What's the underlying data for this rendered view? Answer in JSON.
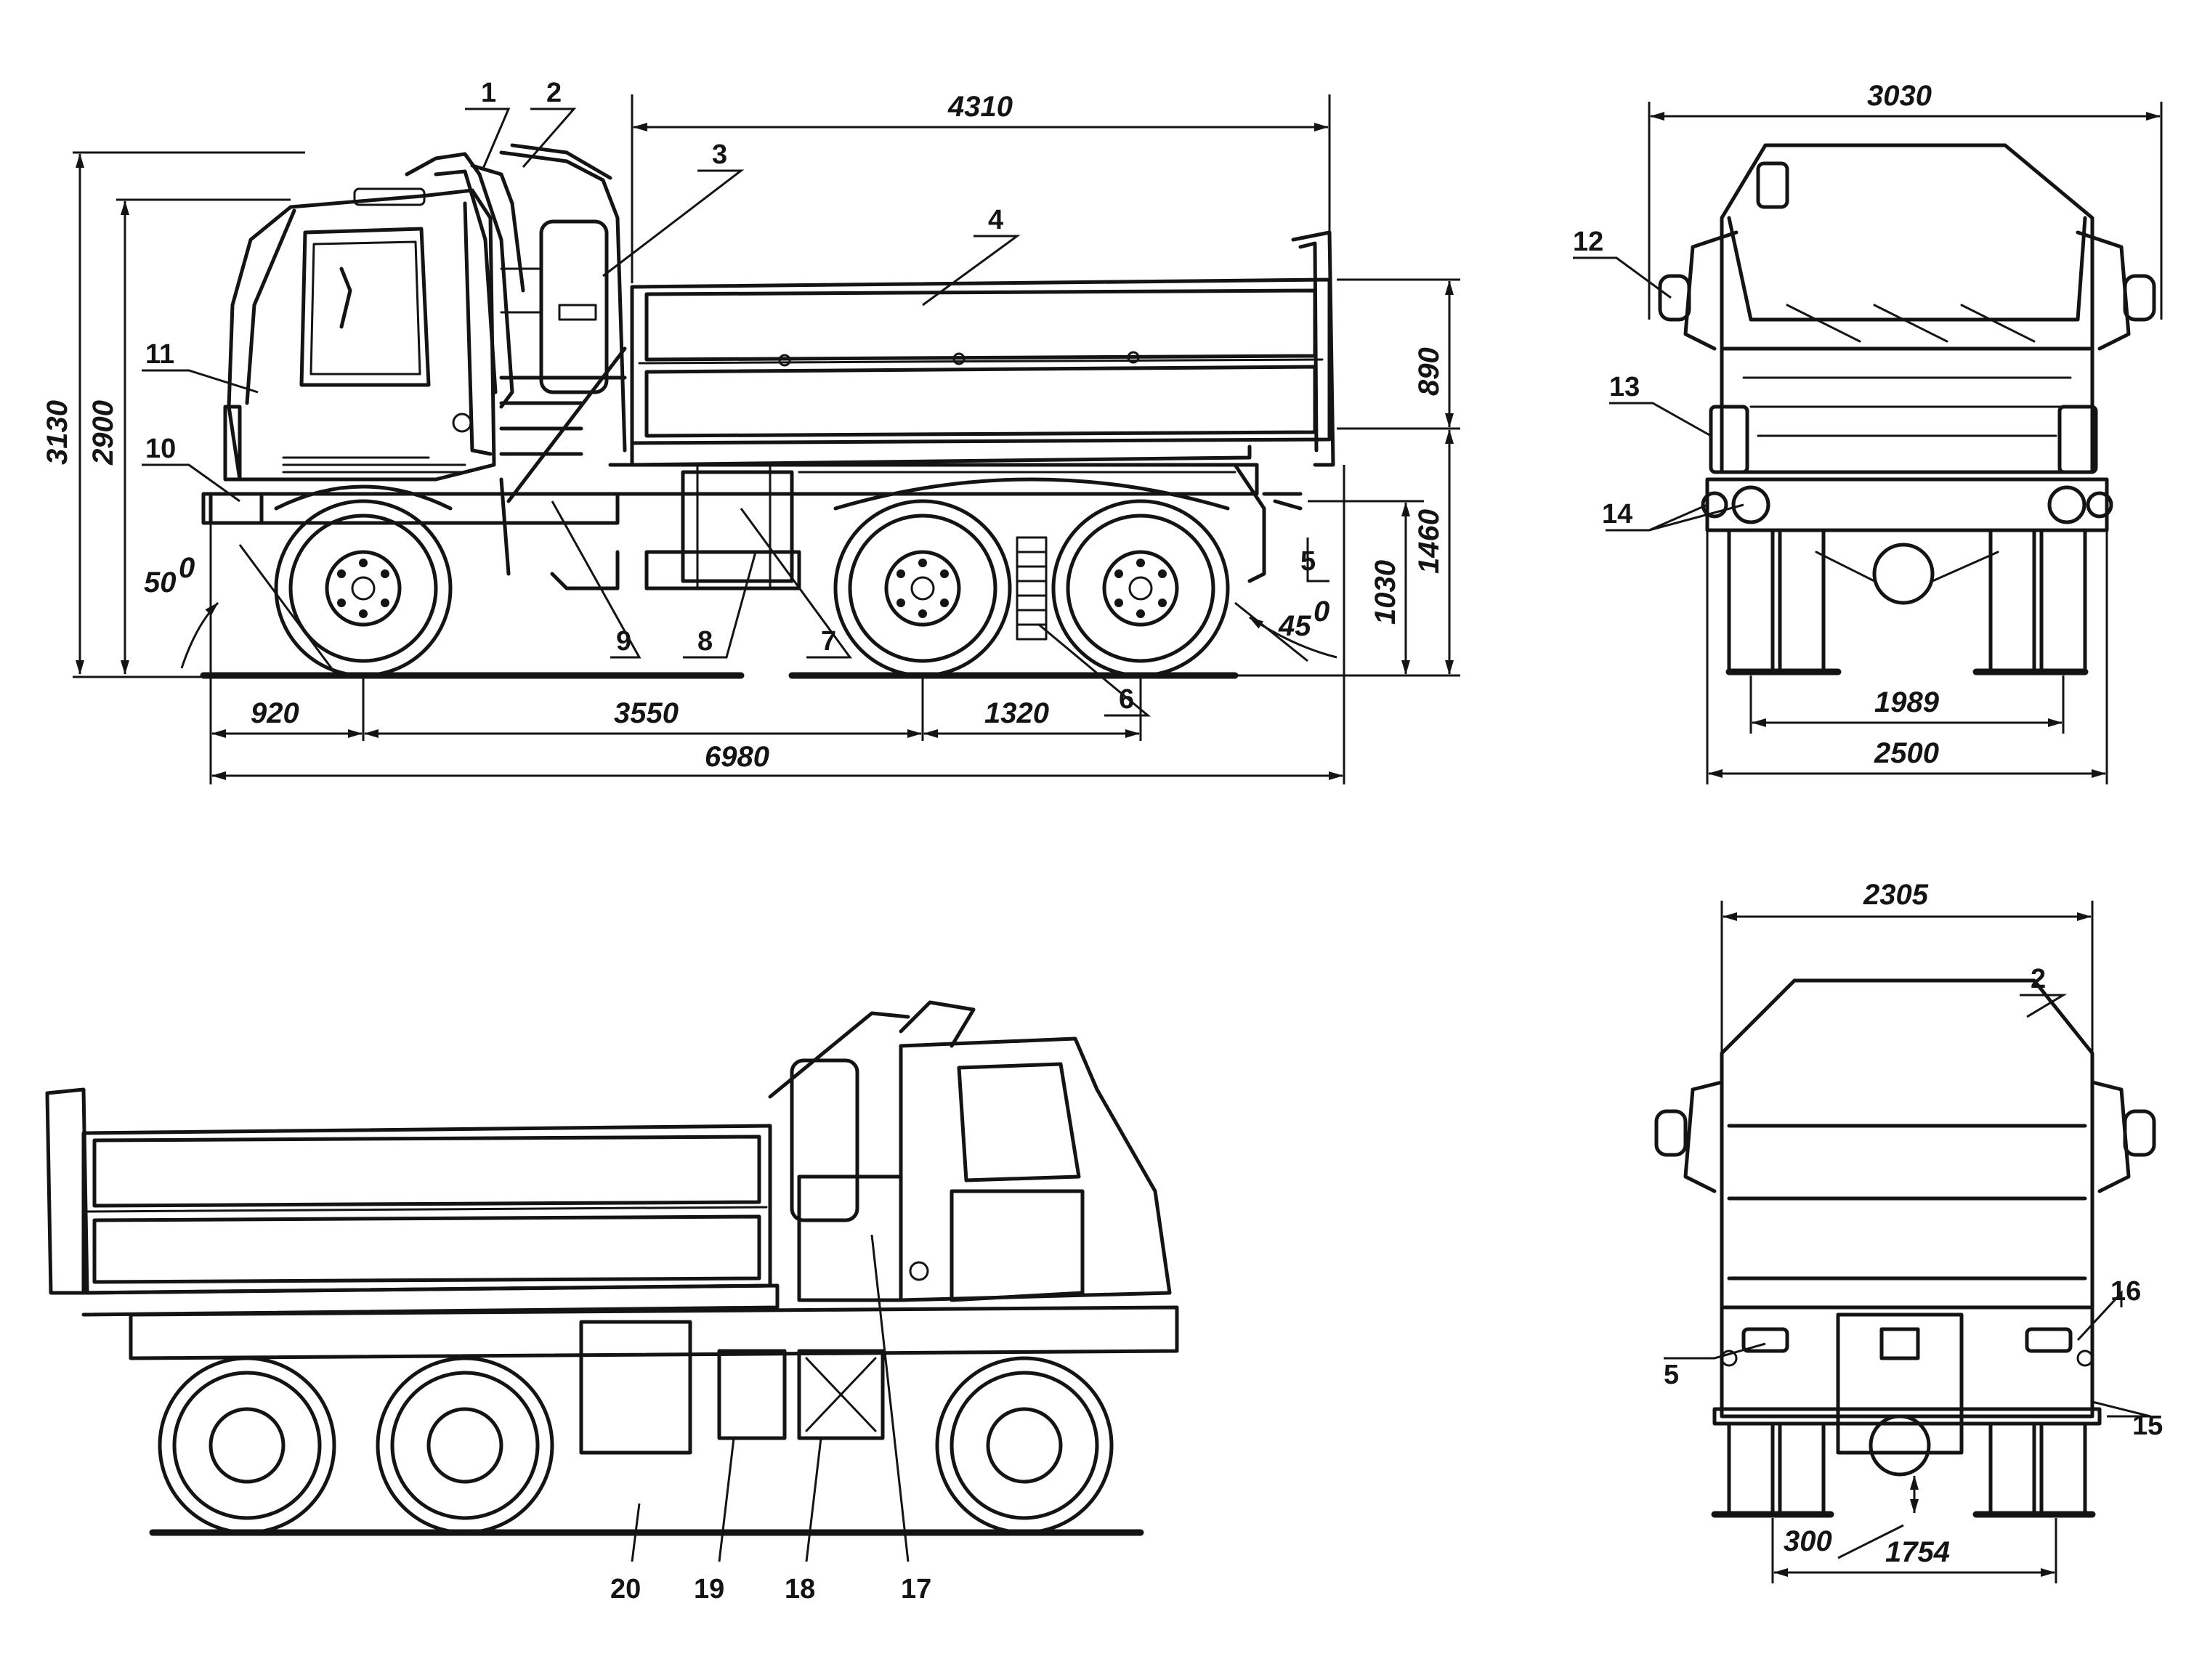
{
  "drawing": {
    "dimensions": {
      "body_length": "4310",
      "overall_height": "3130",
      "cab_height": "2900",
      "side_height": "890",
      "frame_height": "1460",
      "hitch_height": "1030",
      "front_overhang": "920",
      "wheelbase": "3550",
      "tandem_spacing": "1320",
      "overall_length": "6980",
      "approach_angle": "50",
      "departure_angle": "45",
      "front_width": "3030",
      "front_track": "1989",
      "front_body_width": "2500",
      "rear_width": "2305",
      "rear_track": "1754",
      "ground_clearance": "300"
    },
    "callouts": [
      "1",
      "2",
      "3",
      "4",
      "5",
      "6",
      "7",
      "8",
      "9",
      "10",
      "11",
      "12",
      "13",
      "14",
      "15",
      "16",
      "17",
      "18",
      "19",
      "20"
    ]
  }
}
